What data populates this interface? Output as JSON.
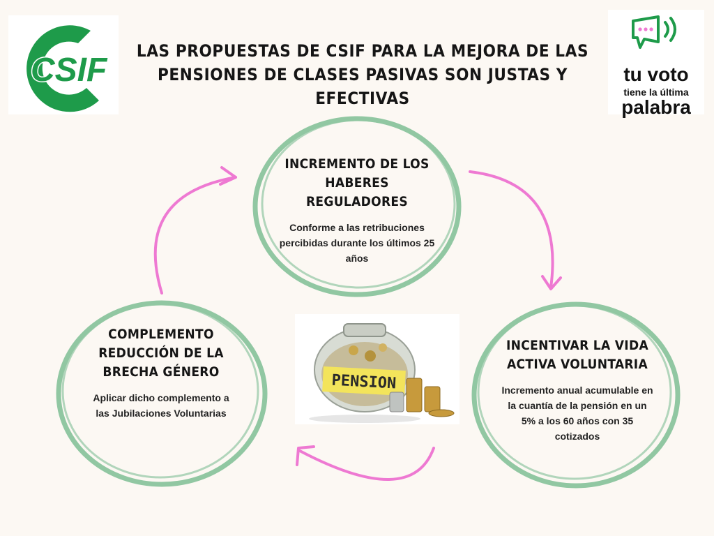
{
  "header": {
    "logo_text": "CSIF",
    "title": "LAS PROPUESTAS DE CSIF PARA LA MEJORA DE LAS PENSIONES DE CLASES PASIVAS SON JUSTAS Y EFECTIVAS"
  },
  "badge": {
    "line1": "tu voto",
    "line2": "tiene la última",
    "line3": "palabra"
  },
  "proposals": [
    {
      "title": "INCREMENTO DE LOS HABERES REGULADORES",
      "body": "Conforme a las retribuciones percibidas durante los últimos 25 años"
    },
    {
      "title": "INCENTIVAR LA VIDA ACTIVA VOLUNTARIA",
      "body": "Incremento anual acumulable en la cuantía de la pensión en un 5% a los 60 años con 35 cotizados"
    },
    {
      "title": "COMPLEMENTO REDUCCIÓN DE LA BRECHA GÉNERO",
      "body": "Aplicar dicho complemento a las Jubilaciones Voluntarias"
    }
  ],
  "center_image": {
    "label": "PENSION"
  },
  "colors": {
    "background": "#fcf8f3",
    "ring_green": "#7fbf95",
    "arrow_pink": "#ee79d2",
    "brand_green": "#1e9b4a"
  }
}
